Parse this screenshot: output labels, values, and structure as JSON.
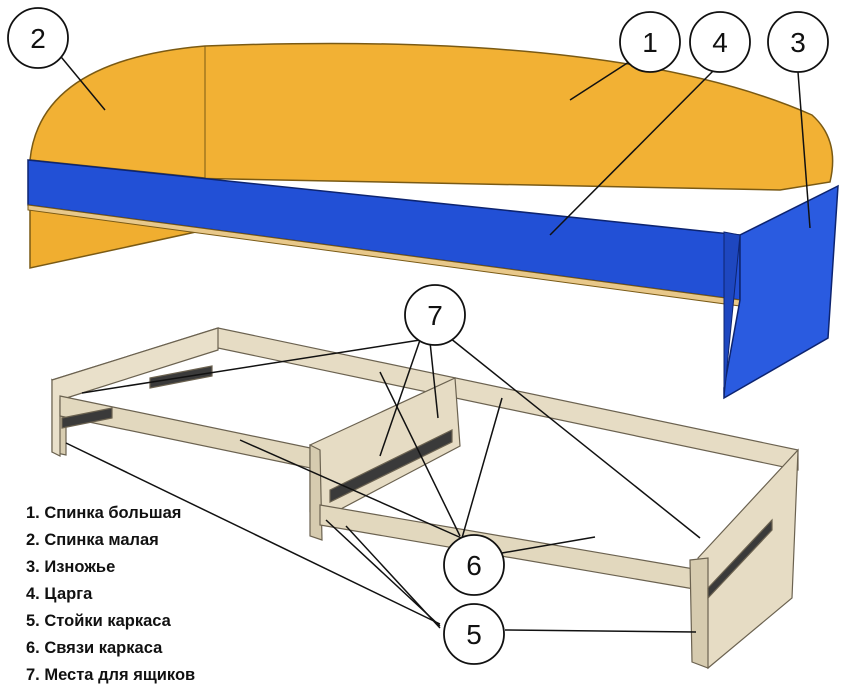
{
  "colors": {
    "panel_yellow": "#F2B134",
    "panel_blue": "#2250D6",
    "frame_chipboard": "#E6DCC4",
    "line": "#111111"
  },
  "callouts": [
    "1",
    "2",
    "3",
    "4",
    "5",
    "6",
    "7"
  ],
  "legend": [
    "1. Спинка большая",
    "2. Спинка малая",
    "3. Изножье",
    "4. Царга",
    "5. Стойки каркаса",
    "6. Связи каркаса",
    "7. Места для ящиков"
  ]
}
